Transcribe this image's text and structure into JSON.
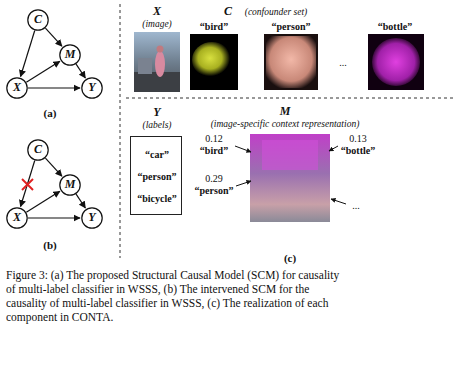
{
  "diagram": {
    "caption": "Figure 3: (a) The proposed Structural Causal Model (SCM) for causality of multi-label classifier in WSSS, (b) The intervened SCM for the causality of multi-label classifier in WSSS, (c) The realization of each component in CONTA.",
    "nodes": [
      {
        "text": [
          "C"
        ]
      },
      {
        "text": [
          "M"
        ]
      },
      {
        "text": [
          "X"
        ]
      },
      {
        "text": [
          "Y"
        ]
      },
      {
        "text": [
          "C"
        ]
      },
      {
        "text": [
          "M"
        ]
      },
      {
        "text": [
          "X"
        ]
      },
      {
        "text": [
          "Y"
        ]
      },
      {
        "text": [
          "X",
          "(image)"
        ]
      },
      {
        "text": [
          "C",
          "(confounder set)",
          "“bird”",
          "“person”",
          "“bottle”",
          "..."
        ]
      },
      {
        "text": [
          "Y",
          "(labels)",
          "“car”",
          "“person”",
          "“bicycle”"
        ]
      },
      {
        "text": [
          "M",
          "(image-specific context representation)",
          "0.12",
          "“bird”",
          "0.13",
          "“bottle”",
          "0.29",
          "“person”",
          "..."
        ]
      }
    ],
    "edges": [
      {
        "from": 0,
        "to": 2,
        "arrow": "to"
      },
      {
        "from": 0,
        "to": 1,
        "arrow": "to"
      },
      {
        "from": 2,
        "to": 1,
        "arrow": "to"
      },
      {
        "from": 1,
        "to": 3,
        "arrow": "to"
      },
      {
        "from": 2,
        "to": 3,
        "arrow": "to"
      },
      {
        "from": 4,
        "to": 6,
        "arrow": "to"
      },
      {
        "from": 4,
        "to": 5,
        "arrow": "to"
      },
      {
        "from": 6,
        "to": 5,
        "arrow": "to"
      },
      {
        "from": 5,
        "to": 7,
        "arrow": "to"
      },
      {
        "from": 6,
        "to": 7,
        "arrow": "to"
      }
    ],
    "labels": [
      "(a)",
      "(b)",
      "(c)"
    ]
  }
}
